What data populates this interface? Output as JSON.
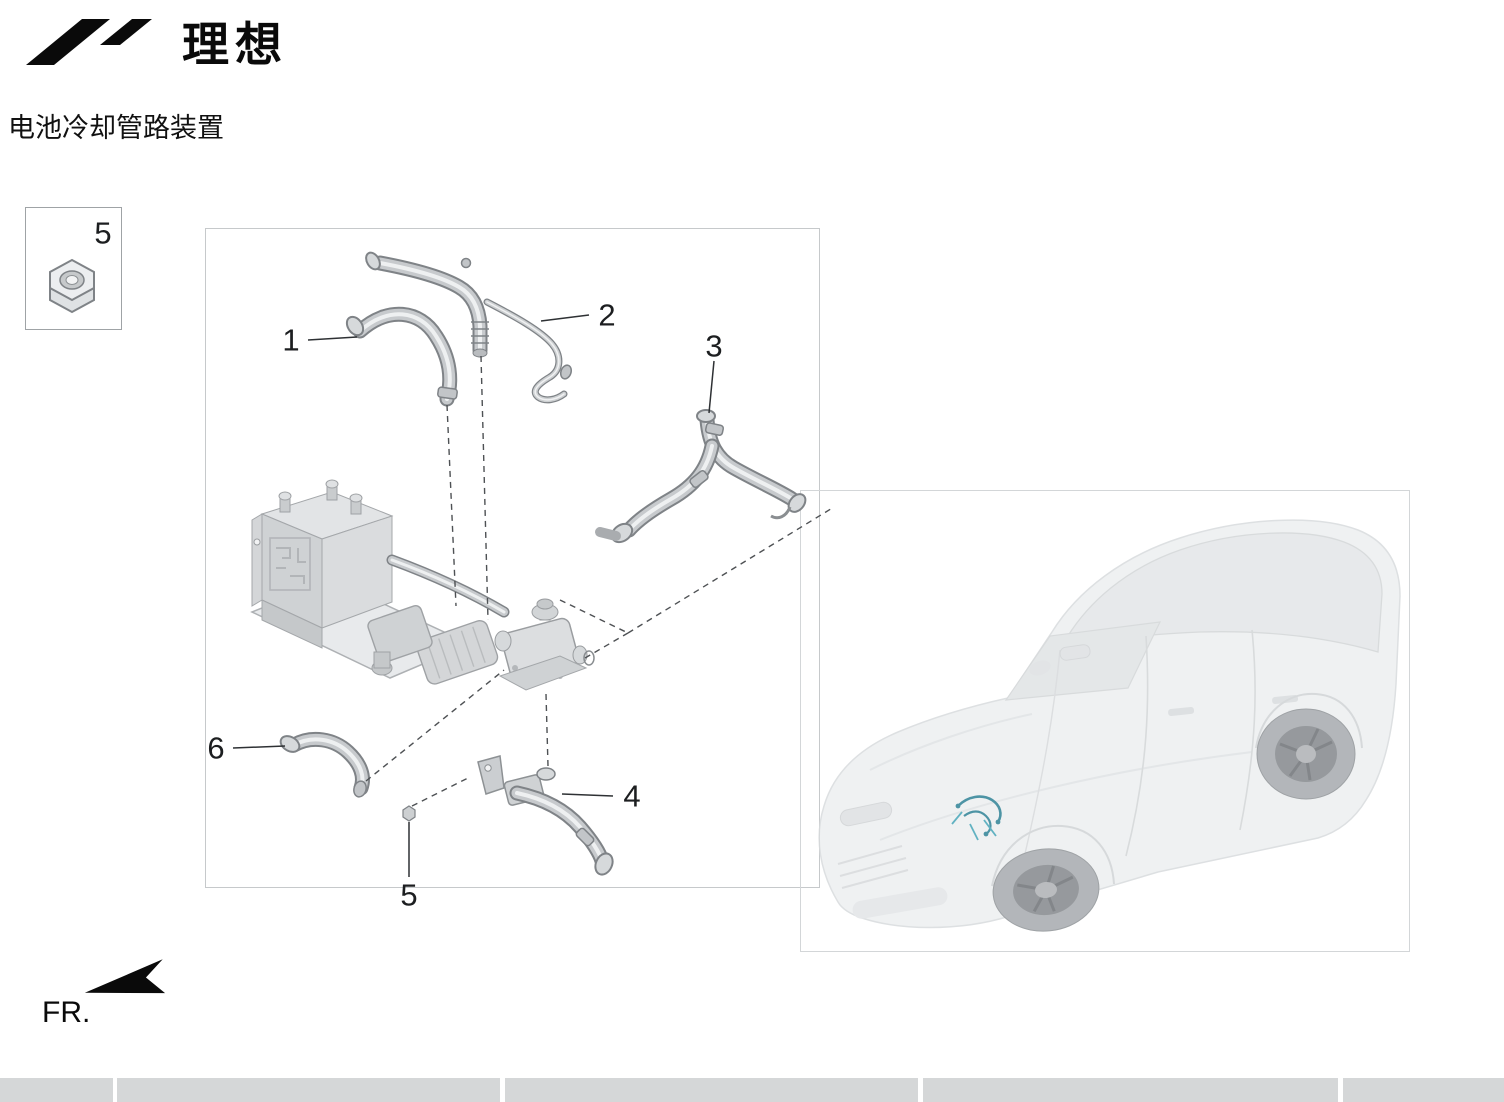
{
  "brand": {
    "name": "理想"
  },
  "page": {
    "title": "电池冷却管路装置"
  },
  "inset": {
    "callout": "5"
  },
  "diagram": {
    "callouts": [
      {
        "label": "1"
      },
      {
        "label": "2"
      },
      {
        "label": "3"
      },
      {
        "label": "4"
      },
      {
        "label": "5"
      },
      {
        "label": "6"
      }
    ]
  },
  "direction": {
    "label": "FR."
  },
  "colors": {
    "highlight_teal": "#2f8296",
    "pipe_gray": "#c7cacd",
    "footer_gray": "#d5d7d8"
  }
}
